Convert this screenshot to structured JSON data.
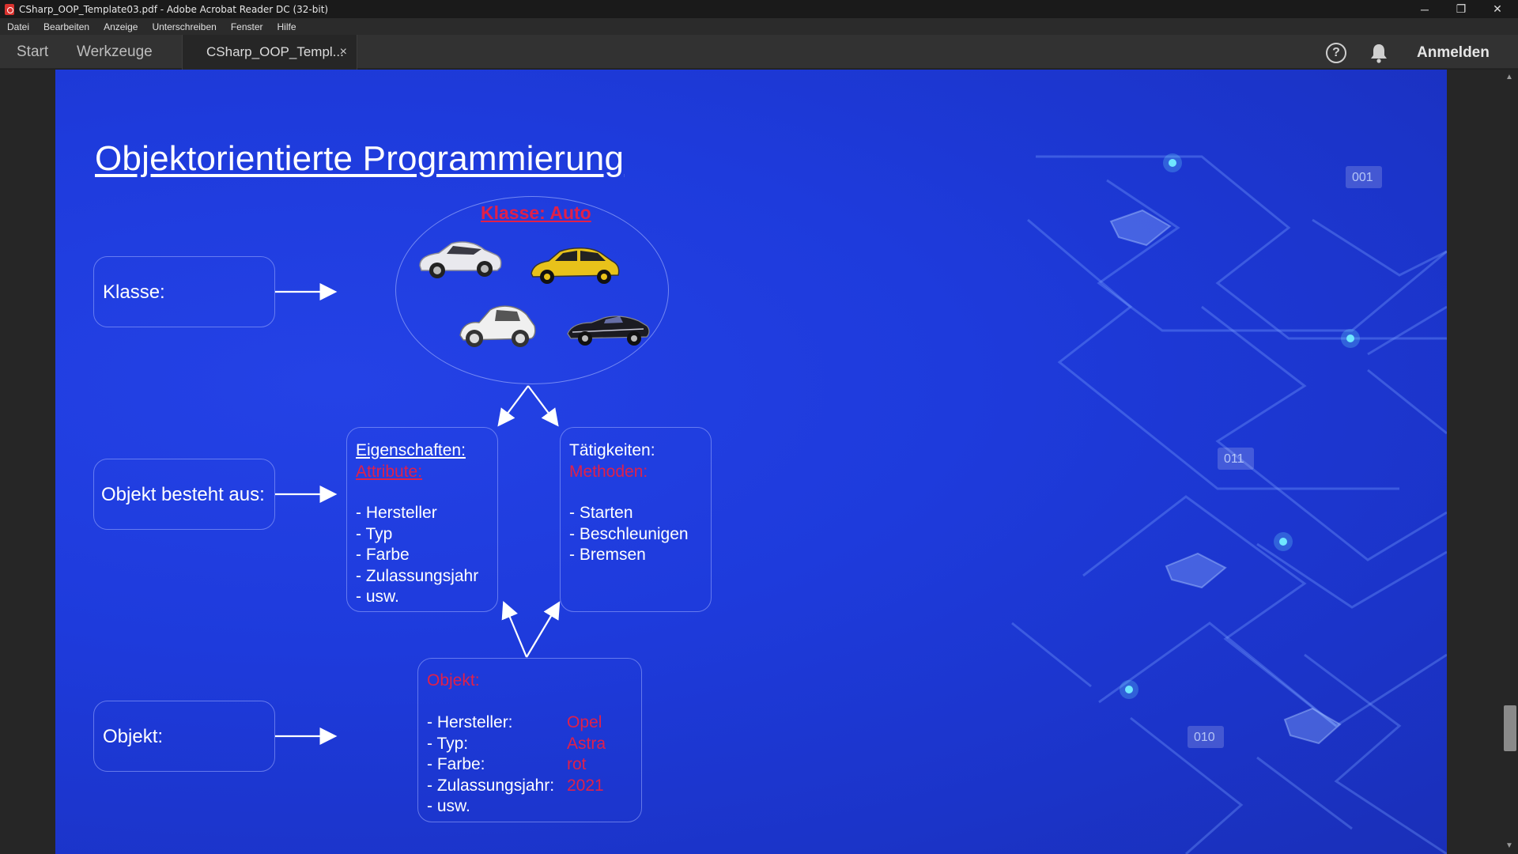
{
  "window": {
    "title": "CSharp_OOP_Template03.pdf - Adobe Acrobat Reader DC (32-bit)",
    "minimize_glyph": "─",
    "restore_glyph": "❐",
    "close_glyph": "✕"
  },
  "menu": {
    "items": [
      "Datei",
      "Bearbeiten",
      "Anzeige",
      "Unterschreiben",
      "Fenster",
      "Hilfe"
    ]
  },
  "tabs": {
    "start": "Start",
    "tools": "Werkzeuge",
    "document": "CSharp_OOP_Templ...",
    "document_close": "×"
  },
  "toolbar": {
    "help_glyph": "?",
    "signin": "Anmelden",
    "icons": [
      "help-icon",
      "bell-icon"
    ]
  },
  "slide": {
    "title": "Objektorientierte Programmierung",
    "class_box_label": "Klasse:",
    "object_consists_label": "Objekt besteht aus:",
    "object_box_label": "Objekt:",
    "class_name": "Klasse: Auto",
    "properties": {
      "heading": "Eigenschaften:",
      "subheading": "Attribute:",
      "items": [
        "- Hersteller",
        "- Typ",
        "- Farbe",
        "- Zulassungsjahr",
        "- usw."
      ]
    },
    "activities": {
      "heading": "Tätigkeiten:",
      "subheading": "Methoden:",
      "items": [
        "- Starten",
        "- Beschleunigen",
        "- Bremsen"
      ]
    },
    "object": {
      "heading": "Objekt:",
      "labels": [
        "- Hersteller:",
        "- Typ:",
        "- Farbe:",
        "- Zulassungsjahr:",
        "- usw."
      ],
      "values": [
        "Opel",
        "Astra",
        "rot",
        "2021"
      ]
    },
    "decor_tags": [
      "001",
      "011",
      "010"
    ],
    "colors": {
      "background": "#1e3bdc",
      "highlight_red": "#e0204a",
      "text": "#ffffff"
    }
  }
}
